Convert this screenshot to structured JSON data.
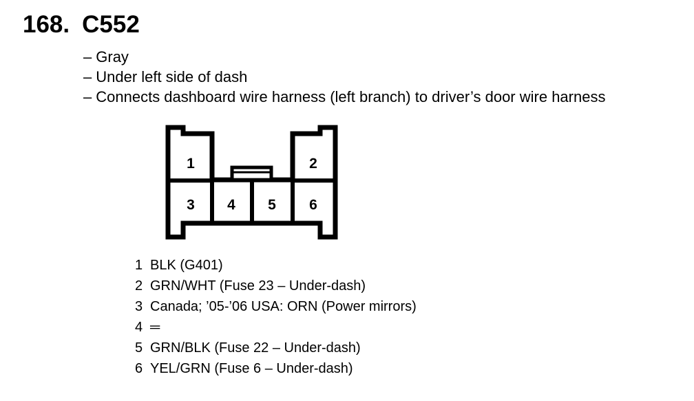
{
  "header": {
    "number": "168.",
    "connector_id": "C552"
  },
  "notes": [
    {
      "dash": "–",
      "text": "Gray"
    },
    {
      "dash": "–",
      "text": "Under left side of dash"
    },
    {
      "dash": "–",
      "text": "Connects dashboard wire harness (left branch) to driver’s door wire harness"
    }
  ],
  "connector": {
    "cavities": [
      "1",
      "2",
      "3",
      "4",
      "5",
      "6"
    ]
  },
  "pins": [
    {
      "num": "1",
      "desc": "BLK (G401)"
    },
    {
      "num": "2",
      "desc": "GRN/WHT (Fuse 23 – Under-dash)"
    },
    {
      "num": "3",
      "desc": "Canada; ’05-’06 USA: ORN (Power mirrors)"
    },
    {
      "num": "4",
      "desc": "═"
    },
    {
      "num": "5",
      "desc": "GRN/BLK (Fuse 22 – Under-dash)"
    },
    {
      "num": "6",
      "desc": "YEL/GRN (Fuse 6 – Under-dash)"
    }
  ]
}
